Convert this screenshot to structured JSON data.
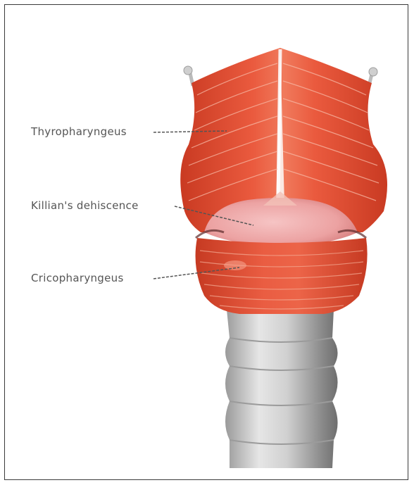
{
  "labels": {
    "thyropharyngeus": "Thyropharyngeus",
    "killians_dehiscence": "Killian's dehiscence",
    "cricopharyngeus": "Cricopharyngeus"
  },
  "colors": {
    "muscle": "#e8553a",
    "muscle_dark": "#c93a22",
    "muscle_light": "#f4a58a",
    "dehiscence": "#f0a8a8",
    "trachea": "#bdbdbd",
    "trachea_dark": "#8a8a8a",
    "label_text": "#555555",
    "frame": "#3a3a3a"
  }
}
